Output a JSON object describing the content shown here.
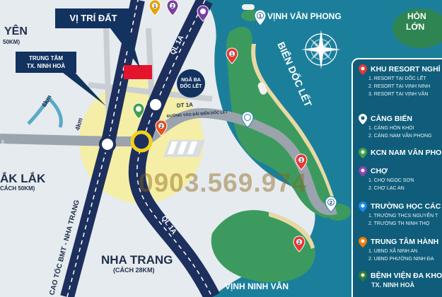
{
  "map": {
    "site_callout": "VỊ TRÍ ĐẤT",
    "center_callout_line1": "TRUNG TÂM",
    "center_callout_line2": "TX. NINH HOÀ",
    "junction_line1": "NGÃ BA",
    "junction_line2": "DỐC LẾT",
    "place_yen": "YÊN",
    "place_yen_dist": "50KM)",
    "place_daklak": "ẮK LẮK",
    "place_daklak_dist": "CÁCH 50KM)",
    "place_nhatrang": "NHA TRANG",
    "place_nhatrang_dist": "(CÁCH 28KM)",
    "bay_vanphong": "VỊNH VÂN PHONG",
    "bay_ninhvan": "VỊNH NINH VÂN",
    "island_honlon_1": "HÒN",
    "island_honlon_2": "LỚN",
    "sea_doclet": "BIỂN DỐC LẾT",
    "road_ql1a_north": "QL 1A",
    "road_ql1a_south": "QL 1A",
    "road_dt1a": "DT 1A",
    "road_beach": "ĐƯỜNG VÀO BÃI BIỂN DỐC LẾT",
    "road_expressway": "CAO TỐC BMT - NHA TRANG",
    "dist_6km": "6km",
    "dist_4km": "4km",
    "left_edge_num": "6",
    "watermark_phone": "0903.569.974",
    "pin_labels": [
      "1",
      "2",
      "3"
    ]
  },
  "legend": {
    "groups": [
      {
        "title": "KHU RESORT NGHỈ",
        "color": "#e53935",
        "items": [
          "1. RESORT TẠI DỐC LẾT",
          "2. RESORT TẠI VỊNH NINH",
          "3. RESORT TẠI VỊNH VÂN"
        ]
      },
      {
        "title": "CẢNG BIỂN",
        "color": "#ffffff",
        "items": [
          "1. CẢNG HÒN KHÓI",
          "2. CẢNG NAM VÂN PHONG"
        ]
      },
      {
        "title": "KCN NAM VÂN PHONG",
        "color": "#43a047",
        "items": []
      },
      {
        "title": "CHỢ",
        "color": "#8e44ad",
        "items": [
          "1. CHỢ NGỌC SƠN",
          "2. CHỢ LẠC AN"
        ]
      },
      {
        "title": "TRƯỜNG HỌC CÁC",
        "color": "#1e88e5",
        "items": [
          "1. TRƯỜNG THCS NGUYỄN T",
          "2. TRƯỜNG TH NINH THỌ"
        ]
      },
      {
        "title": "TRUNG TÂM HÀNH",
        "color": "#f57c00",
        "items": [
          "1. UBND XÃ NINH AN",
          "2. UBND PHƯỜNG NINH ĐA"
        ]
      },
      {
        "title": "BỆNH VIỆN ĐA KHO",
        "color": "#2e7d32",
        "items": [
          "TX. NINH HOÀ"
        ]
      }
    ]
  },
  "colors": {
    "sea": "#1b7f9c",
    "land": "#3d9a5e",
    "road_main": "#1d2f5c",
    "callout": "#12325f",
    "legend_bg": "#0f5d7a",
    "radius_circle": "#f6ef9a",
    "site": "#e3142b"
  }
}
